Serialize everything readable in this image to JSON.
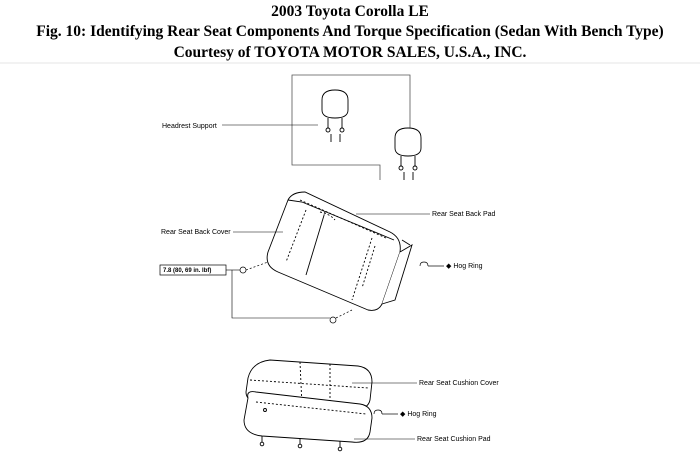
{
  "header": {
    "title": "2003 Toyota Corolla LE",
    "subtitle": "Fig. 10: Identifying Rear Seat Components And Torque Specification (Sedan With Bench Type)",
    "courtesy": "Courtesy of TOYOTA MOTOR SALES, U.S.A., INC."
  },
  "labels": {
    "headrest_support": "Headrest Support",
    "rear_seat_back_pad": "Rear Seat Back Pad",
    "rear_seat_back_cover": "Rear Seat Back Cover",
    "torque_spec": "7.8 (80, 69 in. lbf)",
    "hog_ring_upper": "◆ Hog Ring",
    "rear_seat_cushion_cover": "Rear Seat Cushion Cover",
    "hog_ring_lower": "◆ Hog Ring",
    "rear_seat_cushion_pad": "Rear Seat Cushion Pad"
  }
}
